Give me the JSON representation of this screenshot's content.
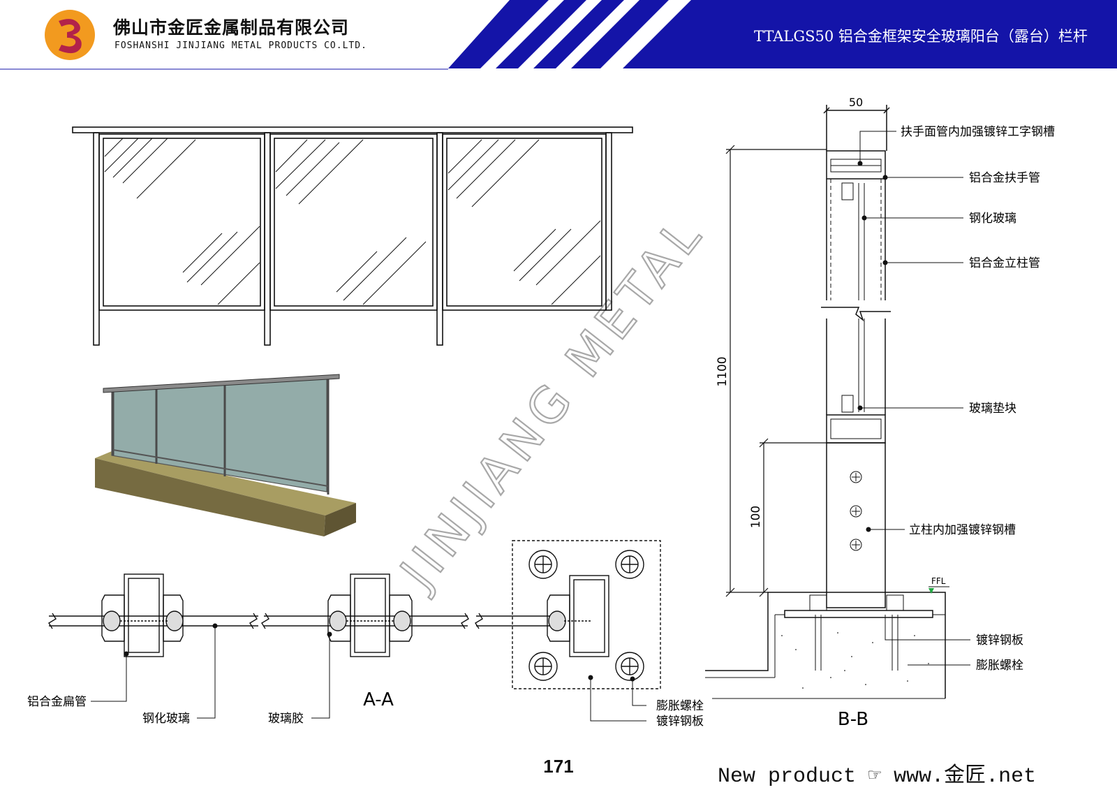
{
  "header": {
    "company_cn": "佛山市金匠金属制品有限公司",
    "company_en": "FOSHANSHI JINJIANG METAL PRODUCTS CO.LTD.",
    "title": "TTALGS50 铝合金框架安全玻璃阳台（露台）栏杆",
    "brand_color": "#1414a8",
    "logo_color": "#f29a1f"
  },
  "watermark": "JINJIANG METAL",
  "section_aa": {
    "title": "A-A",
    "labels": {
      "flat_tube": "铝合金扁管",
      "tempered_glass": "钢化玻璃",
      "glass_sealant": "玻璃胶",
      "expansion_bolt": "膨胀螺栓",
      "galvanized_plate": "镀锌钢板"
    }
  },
  "section_bb": {
    "title": "B-B",
    "dim_width": "50",
    "dim_height": "1100",
    "dim_base": "100",
    "ffl": "FFL",
    "labels": {
      "i_beam": "扶手面管内加强镀锌工字钢槽",
      "handrail": "铝合金扶手管",
      "tempered_glass": "钢化玻璃",
      "post_tube": "铝合金立柱管",
      "glass_spacer": "玻璃垫块",
      "post_channel": "立柱内加强镀锌钢槽",
      "galvanized_plate": "镀锌钢板",
      "expansion_bolt": "膨胀螺栓"
    }
  },
  "page_number": "171",
  "footer_link": "New product ☞ www.金匠.net"
}
